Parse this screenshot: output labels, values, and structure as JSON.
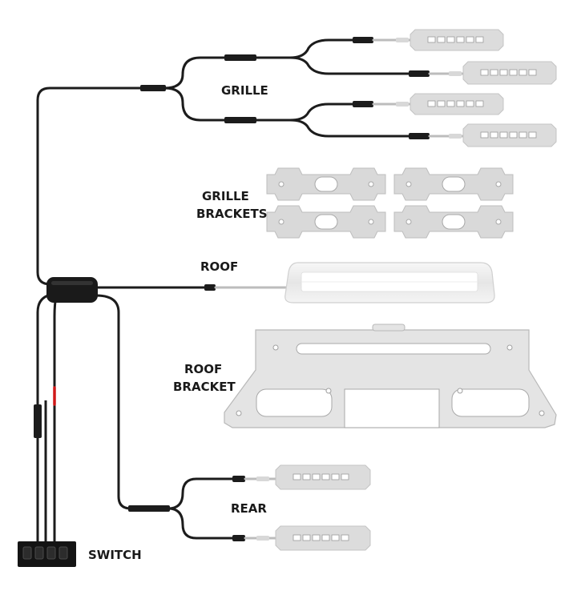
{
  "labels": {
    "grille": "GRILLE",
    "grille_brackets_line1": "GRILLE",
    "grille_brackets_line2": "BRACKETS",
    "roof": "ROOF",
    "roof_bracket_line1": "ROOF",
    "roof_bracket_line2": "BRACKET",
    "rear": "REAR",
    "switch": "SWITCH"
  },
  "colors": {
    "wire": "#1c1c1c",
    "light_body": "#dcdcdc",
    "bracket_fill": "#d9d9d9",
    "roof_bracket_fill": "#e4e4e4",
    "led": "#ffffff",
    "red_wire": "#d01818",
    "switch_body": "#141414"
  }
}
